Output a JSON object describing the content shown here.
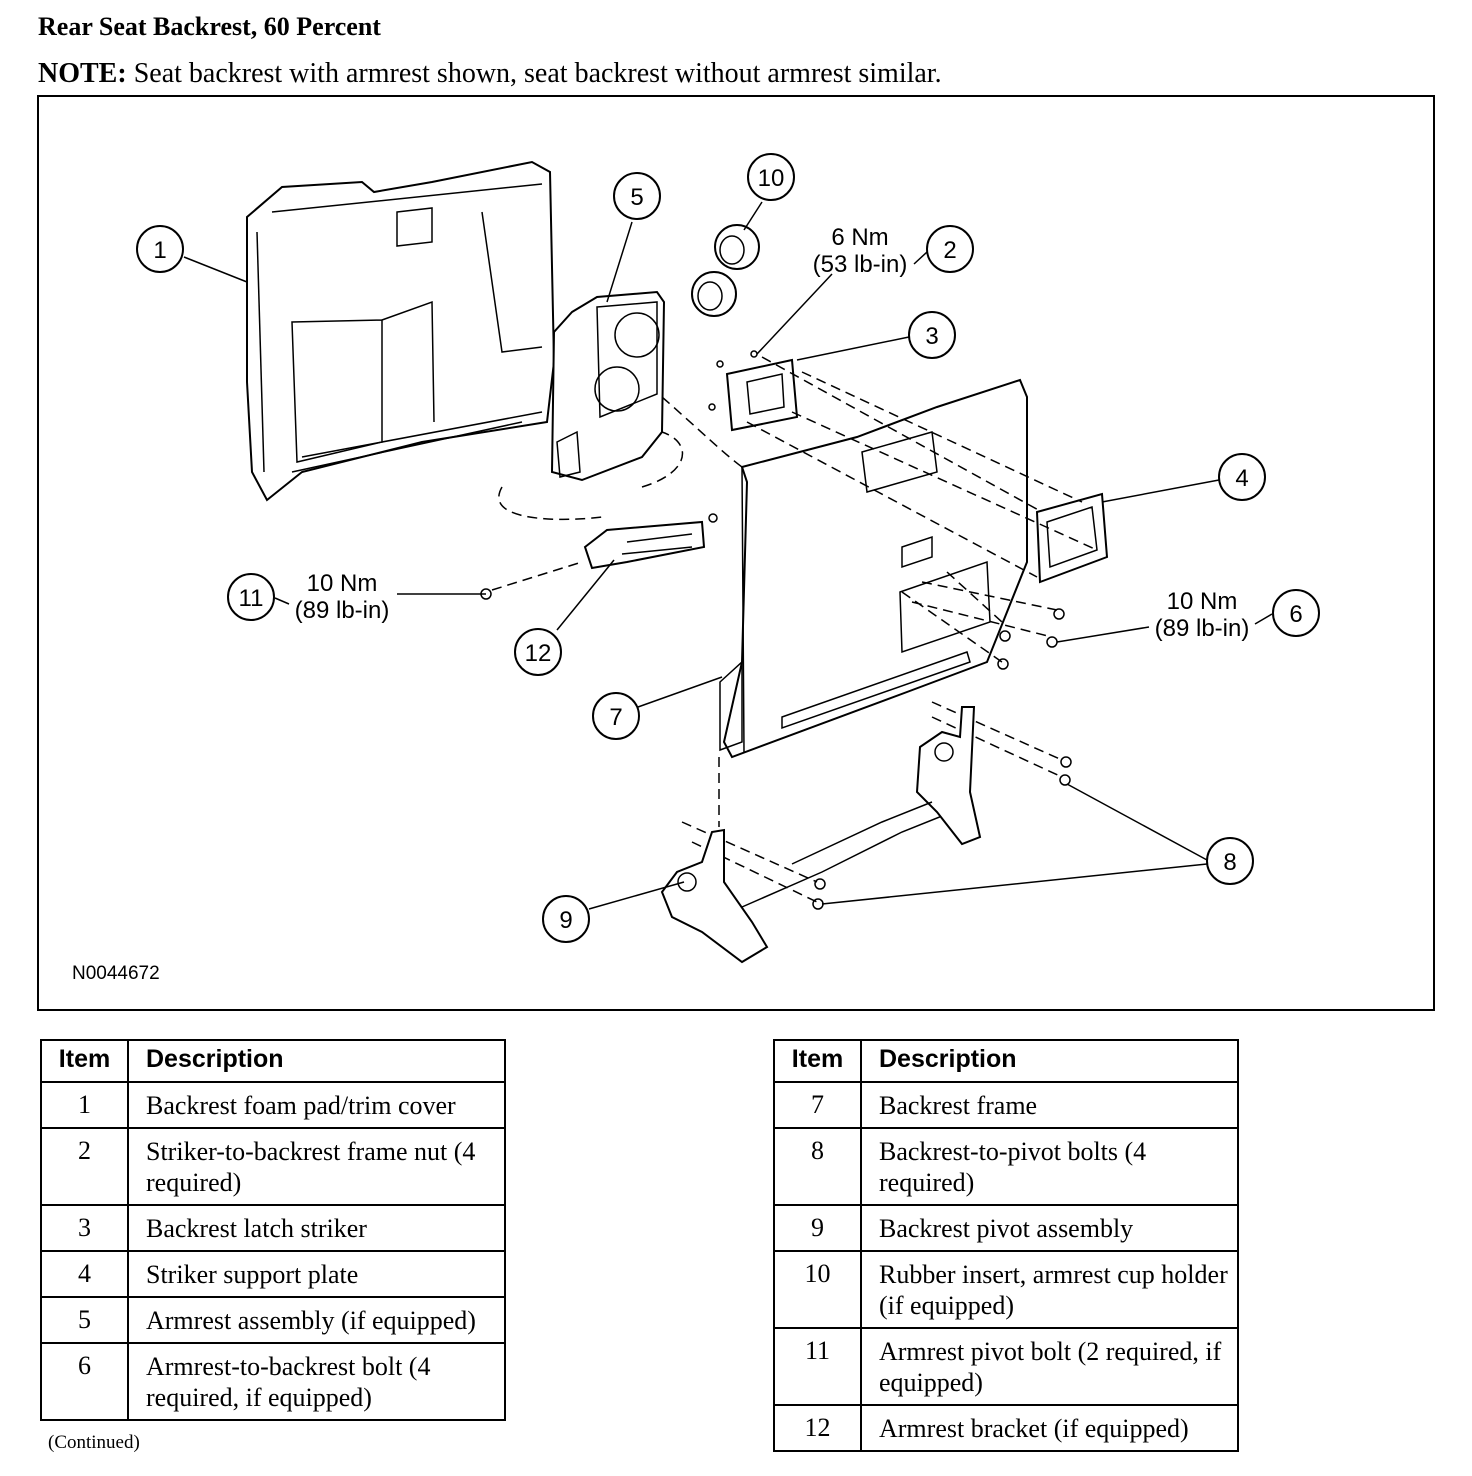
{
  "title": "Rear Seat Backrest, 60 Percent",
  "note": {
    "label": "NOTE:",
    "text": " Seat backrest with armrest shown, seat backrest without armrest similar."
  },
  "figure": {
    "id": "N0044672",
    "callouts": [
      "1",
      "2",
      "3",
      "4",
      "5",
      "6",
      "7",
      "8",
      "9",
      "10",
      "11",
      "12"
    ],
    "torque_2": {
      "value": "6 Nm",
      "alt": "(53 lb-in)"
    },
    "torque_6": {
      "value": "10 Nm",
      "alt": "(89 lb-in)"
    },
    "torque_11": {
      "value": "10 Nm",
      "alt": "(89 lb-in)"
    }
  },
  "legend_headers": {
    "item": "Item",
    "description": "Description"
  },
  "legend_left": [
    {
      "item": "1",
      "description": "Backrest foam pad/trim cover"
    },
    {
      "item": "2",
      "description": "Striker-to-backrest frame nut (4 required)"
    },
    {
      "item": "3",
      "description": "Backrest latch striker"
    },
    {
      "item": "4",
      "description": "Striker support plate"
    },
    {
      "item": "5",
      "description": "Armrest assembly (if equipped)"
    },
    {
      "item": "6",
      "description": "Armrest-to-backrest bolt (4 required, if equipped)"
    }
  ],
  "legend_right": [
    {
      "item": "7",
      "description": "Backrest frame"
    },
    {
      "item": "8",
      "description": "Backrest-to-pivot bolts (4 required)"
    },
    {
      "item": "9",
      "description": "Backrest pivot assembly"
    },
    {
      "item": "10",
      "description": "Rubber insert, armrest cup holder (if equipped)"
    },
    {
      "item": "11",
      "description": "Armrest pivot bolt (2 required, if equipped)"
    },
    {
      "item": "12",
      "description": "Armrest bracket (if equipped)"
    }
  ],
  "footer": "(Continued)"
}
